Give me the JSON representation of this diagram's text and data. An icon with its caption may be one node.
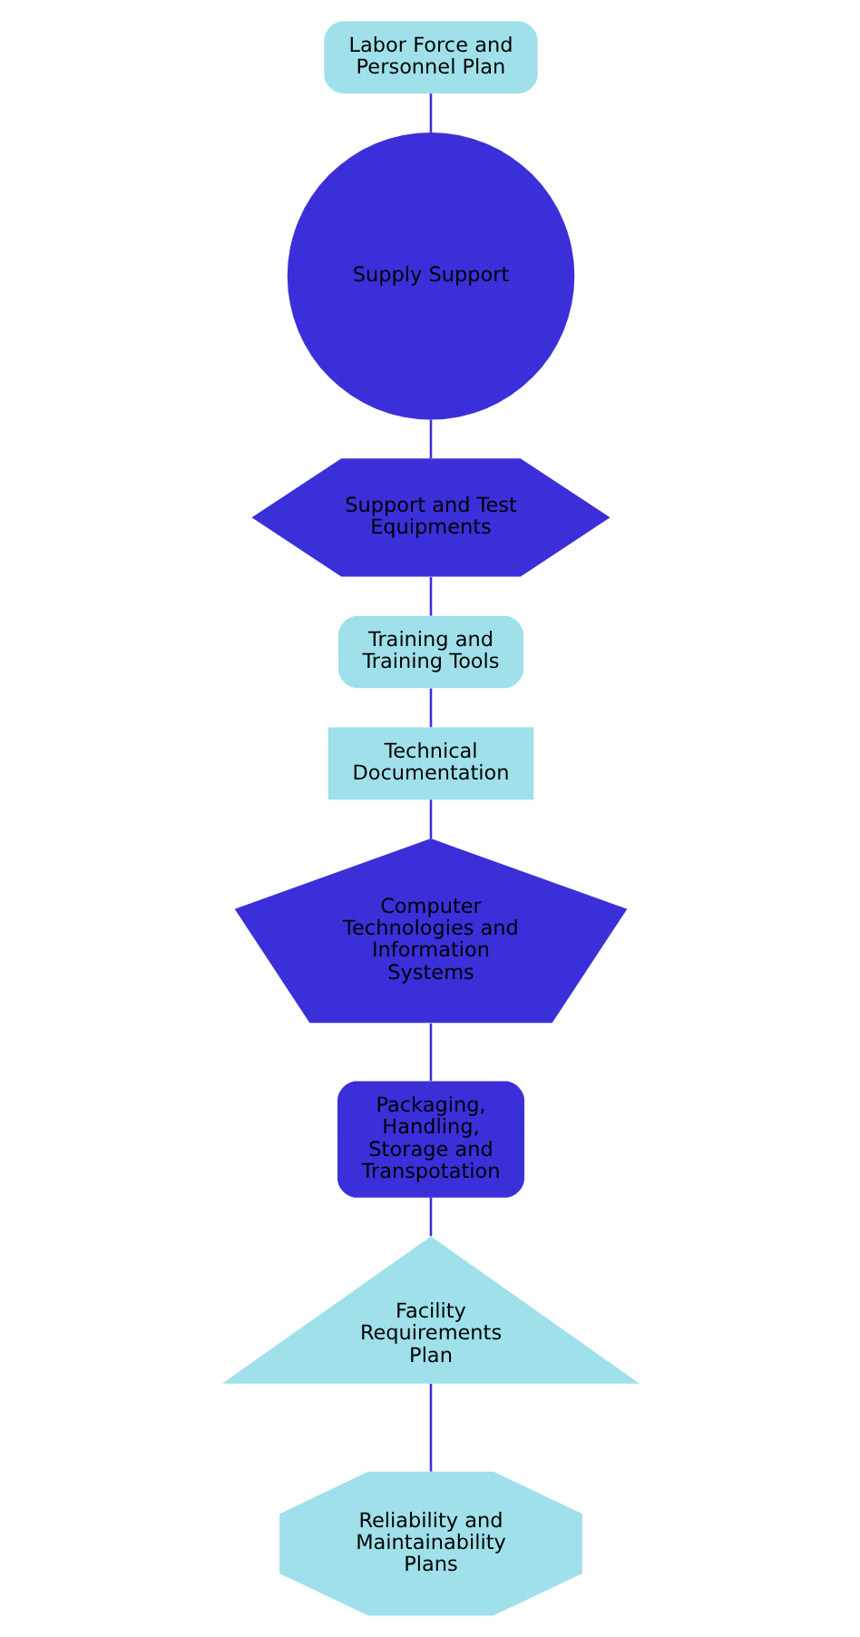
{
  "diagram": {
    "nodes": [
      {
        "text": [
          "Labor Force and Personnel Plan"
        ]
      },
      {
        "text": [
          "Supply Support"
        ]
      },
      {
        "text": [
          "Support and Test Equipments"
        ]
      },
      {
        "text": [
          "Training and Training Tools"
        ]
      },
      {
        "text": [
          "Technical Documentation"
        ]
      },
      {
        "text": [
          "Computer Technologies and Information Systems"
        ]
      },
      {
        "text": [
          "Packaging, Handling, Storage and Transpotation"
        ]
      },
      {
        "text": [
          "Facility Requirements Plan"
        ]
      },
      {
        "text": [
          "Reliability and Maintainability Plans"
        ]
      }
    ],
    "edges": [
      {
        "from": 0,
        "to": 1,
        "arrow": "none"
      },
      {
        "from": 1,
        "to": 2,
        "arrow": "none"
      },
      {
        "from": 2,
        "to": 3,
        "arrow": "none"
      },
      {
        "from": 3,
        "to": 4,
        "arrow": "none"
      },
      {
        "from": 4,
        "to": 5,
        "arrow": "none"
      },
      {
        "from": 5,
        "to": 6,
        "arrow": "none"
      },
      {
        "from": 6,
        "to": 7,
        "arrow": "none"
      },
      {
        "from": 7,
        "to": 8,
        "arrow": "none"
      }
    ]
  }
}
